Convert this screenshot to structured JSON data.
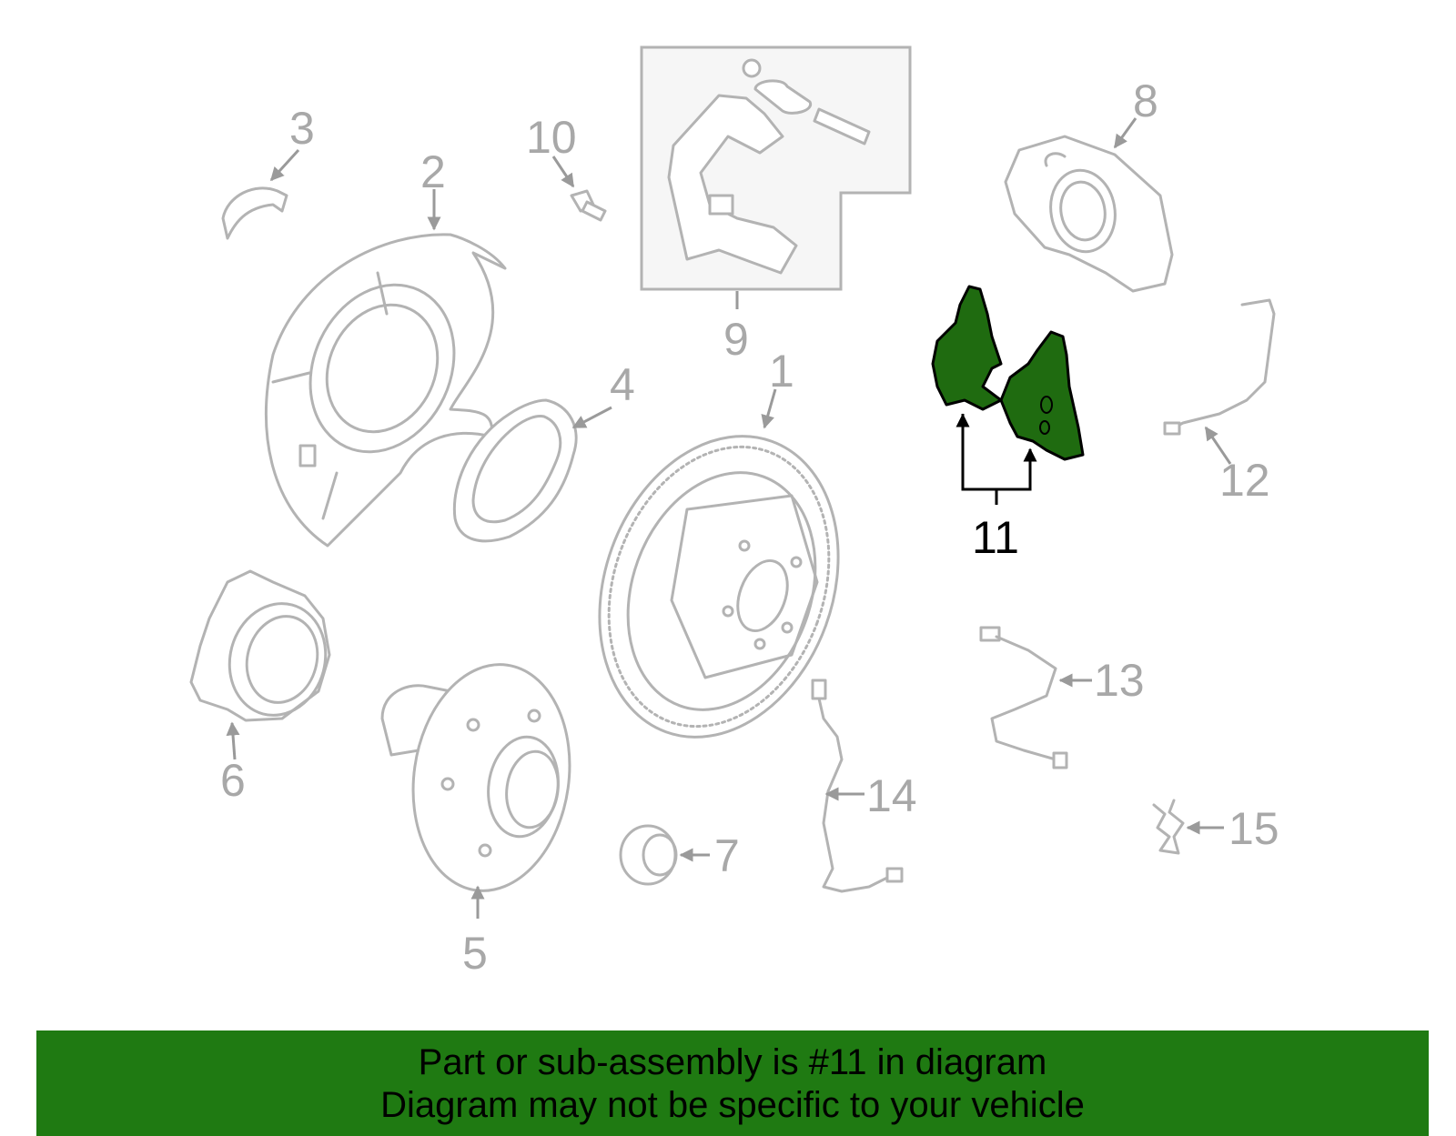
{
  "callouts": {
    "c1": "1",
    "c2": "2",
    "c3": "3",
    "c4": "4",
    "c5": "5",
    "c6": "6",
    "c7": "7",
    "c8": "8",
    "c9": "9",
    "c10": "10",
    "c11": "11",
    "c12": "12",
    "c13": "13",
    "c14": "14",
    "c15": "15"
  },
  "highlight": {
    "part_number": "11",
    "color": "#1f7a12"
  },
  "banner": {
    "line1": "Part or sub-assembly is #11 in diagram",
    "line2": "Diagram may not be specific to your vehicle",
    "background": "#1f7a12"
  }
}
